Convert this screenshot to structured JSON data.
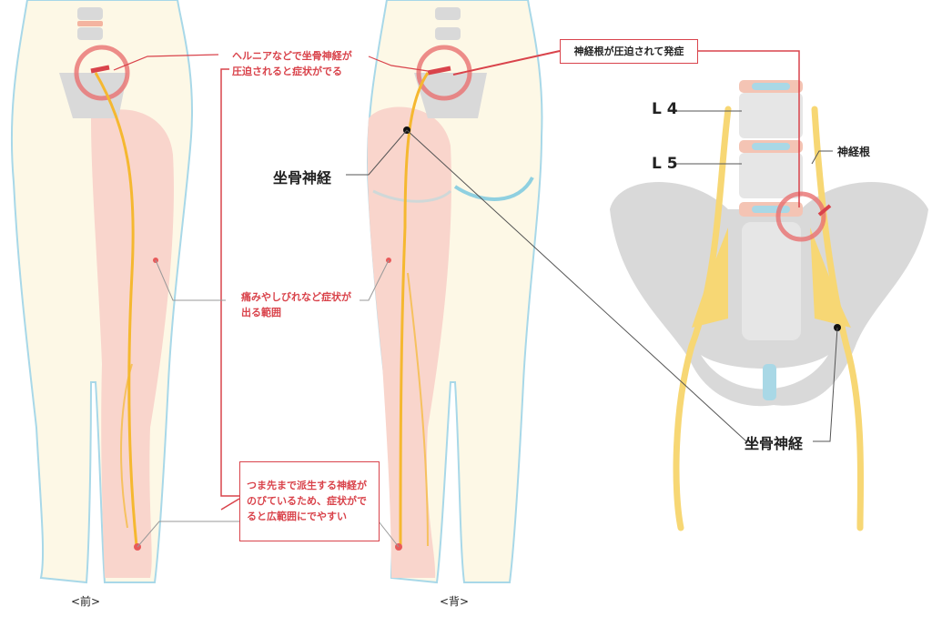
{
  "labels": {
    "hernia": [
      "ヘルニアなどで坐骨神経が",
      "圧迫されると症状がでる"
    ],
    "root_compressed": "神経根が圧迫されて発症",
    "l4": "L 4",
    "l5": "L 5",
    "nerve_root": "神経根",
    "sciatic_back": "坐骨神経",
    "sciatic_pelvis": "坐骨神経",
    "pain_range": [
      "痛みやしびれなど症状が",
      "出る範囲"
    ],
    "toe_note": [
      "つま先まで派生する神経が",
      "のびているため、症状がで",
      "ると広範囲にでやすい"
    ],
    "front_caption": "<前>",
    "back_caption": "<背>"
  },
  "colors": {
    "accent_red": "#d9434b",
    "nerve": "#f5b830",
    "nerve_light": "#f7d774",
    "affected_area": "#f9d5cc",
    "skin": "#fdf8e6",
    "outline": "#a8d8e8",
    "bone": "#d9d9d9"
  }
}
